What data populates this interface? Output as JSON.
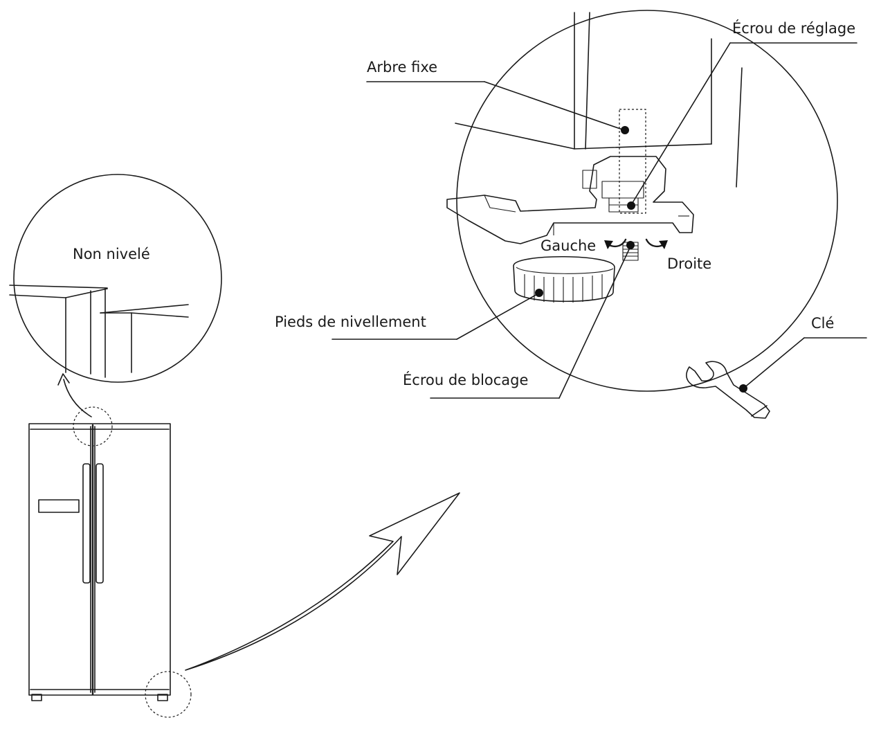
{
  "labels": {
    "not_level": "Non nivelé",
    "fixed_shaft": "Arbre fixe",
    "adjusting_nut": "Écrou de réglage",
    "left": "Gauche",
    "right": "Droite",
    "leveling_feet": "Pieds de nivellement",
    "lock_nut": "Écrou de blocage",
    "wrench": "Clé"
  }
}
